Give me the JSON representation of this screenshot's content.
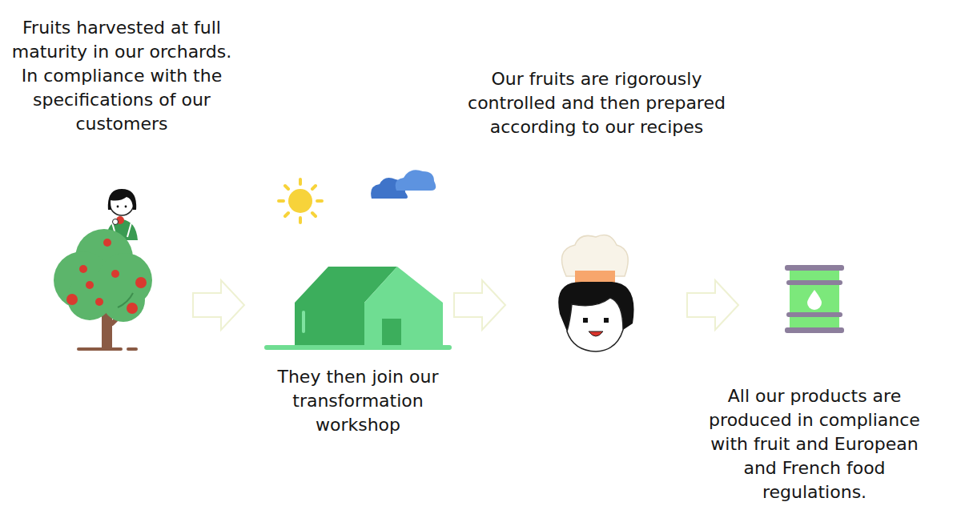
{
  "diagram": {
    "labels": [
      "Fruits harvested at full maturity in our orchards. In compliance with the specifications of our customers",
      "They then join our transformation workshop",
      "Our fruits are rigorously controlled and then prepared according to our recipes",
      "All our products are produced in compliance with fruit and European and French food regulations."
    ]
  }
}
